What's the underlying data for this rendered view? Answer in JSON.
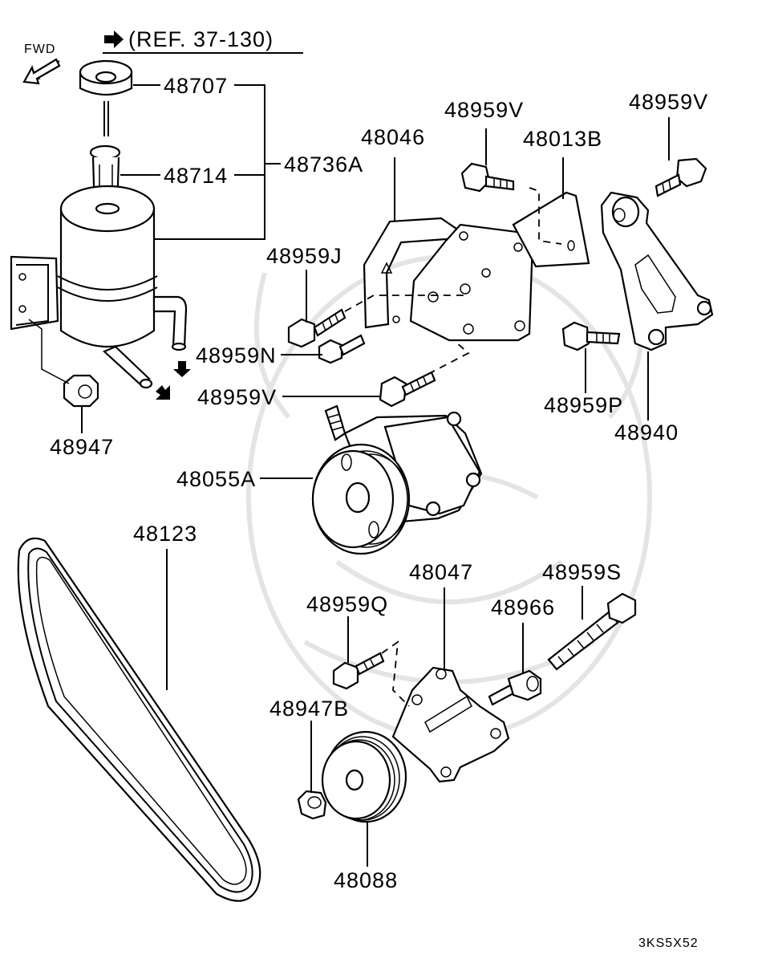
{
  "header": {
    "fwd": "FWD",
    "ref": "(REF. 37-130)"
  },
  "labels": {
    "p48707": "48707",
    "p48714": "48714",
    "p48736A": "48736A",
    "p48046": "48046",
    "p48959V_a": "48959V",
    "p48013B": "48013B",
    "p48959V_b": "48959V",
    "p48959J": "48959J",
    "p48959N": "48959N",
    "p48959V_c": "48959V",
    "p48959P": "48959P",
    "p48940": "48940",
    "p48947": "48947",
    "p48055A": "48055A",
    "p48123": "48123",
    "p48047": "48047",
    "p48959S": "48959S",
    "p48959Q": "48959Q",
    "p48966": "48966",
    "p48947B": "48947B",
    "p48088": "48088"
  },
  "footer": {
    "code": "3KS5X52"
  }
}
